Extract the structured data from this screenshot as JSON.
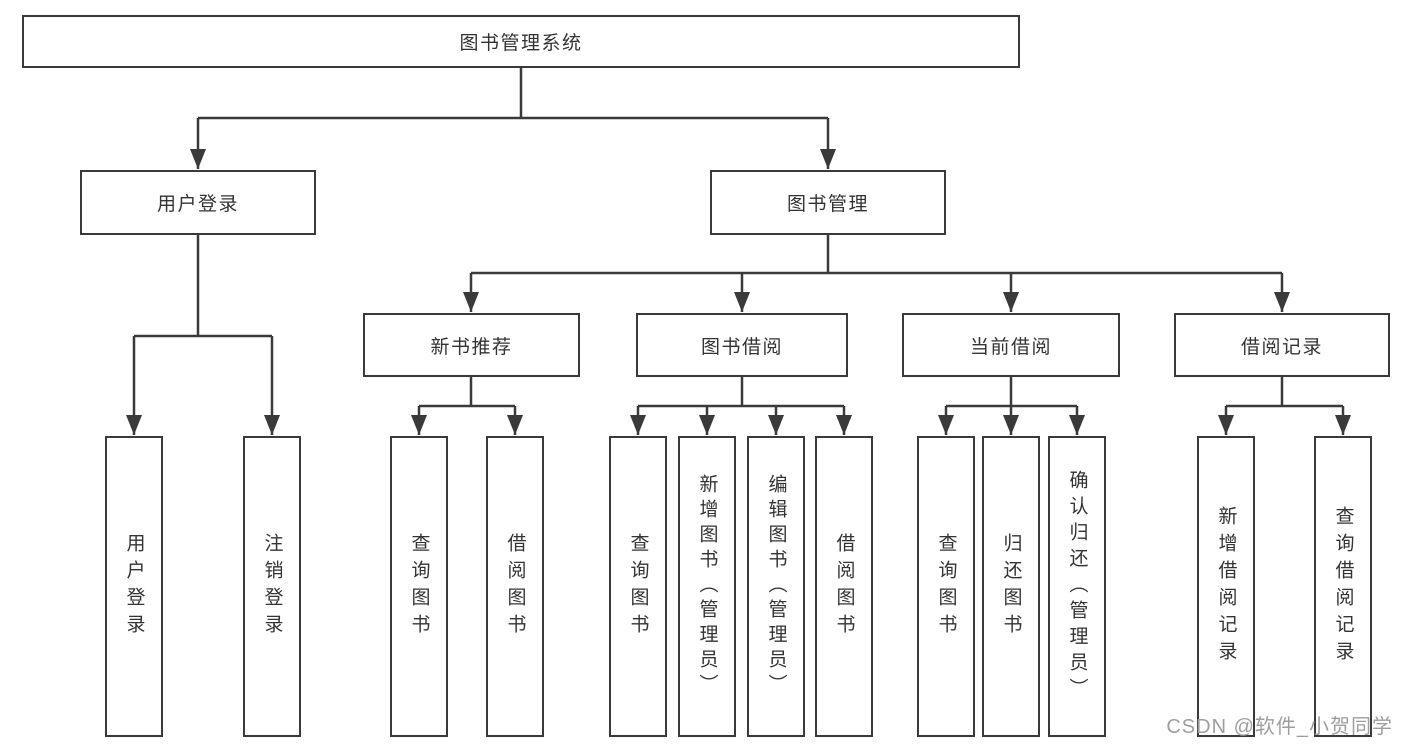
{
  "diagram": {
    "root_label": "图书管理系统",
    "branches": {
      "user_login": {
        "label": "用户登录",
        "children": [
          "用户登录",
          "注销登录"
        ]
      },
      "book_mgmt": {
        "label": "图书管理"
      },
      "new_book": {
        "label": "新书推荐",
        "children": [
          "查询图书",
          "借阅图书"
        ]
      },
      "borrow": {
        "label": "图书借阅",
        "children": [
          "查询图书",
          "新增图书（管理员）",
          "编辑图书（管理员）",
          "借阅图书"
        ]
      },
      "current": {
        "label": "当前借阅",
        "children": [
          "查询图书",
          "归还图书",
          "确认归还（管理员）"
        ]
      },
      "records": {
        "label": "借阅记录",
        "children": [
          "新增借阅记录",
          "查询借阅记录"
        ]
      }
    }
  },
  "watermark": "CSDN @软件_小贺同学",
  "colors": {
    "line": "#3a3a3a",
    "text": "#333333",
    "box_background": "#ffffff",
    "watermark": "#9e9e9e"
  }
}
